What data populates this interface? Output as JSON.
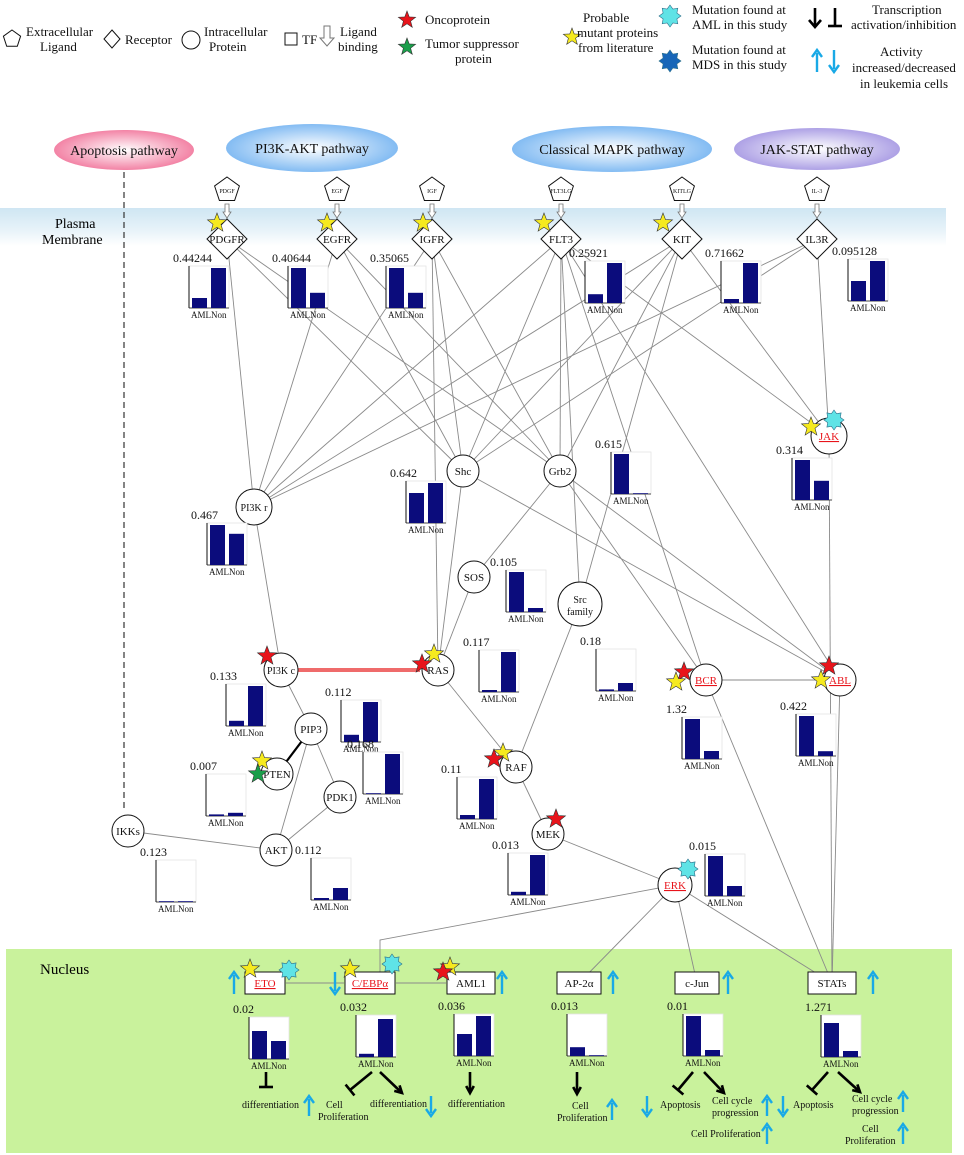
{
  "legend": [
    {
      "key": "extracellular_ligand",
      "shape": "pentagon",
      "text": [
        "Extracellular",
        "Ligand"
      ]
    },
    {
      "key": "receptor",
      "shape": "diamond",
      "text": [
        "Receptor"
      ]
    },
    {
      "key": "intracellular_protein",
      "shape": "circle",
      "text": [
        "Intracellular",
        "Protein"
      ]
    },
    {
      "key": "tf",
      "shape": "square",
      "text": [
        "TF"
      ]
    },
    {
      "key": "ligand_binding",
      "shape": "hollow-arrow",
      "text": [
        "Ligand",
        "binding"
      ]
    },
    {
      "key": "oncoprotein",
      "shape": "star",
      "color": "#e8141b",
      "text": [
        "Oncoprotein"
      ]
    },
    {
      "key": "tumor_suppressor",
      "shape": "star",
      "color": "#1a9e4a",
      "text": [
        "Tumor suppressor",
        "protein"
      ]
    },
    {
      "key": "probable_mutant",
      "shape": "star",
      "color": "#f6ea1f",
      "text": [
        "Probable",
        "mutant proteins",
        "from literature"
      ]
    },
    {
      "key": "mutation_aml",
      "shape": "burst",
      "color": "#5fe3e6",
      "text": [
        "Mutation found at",
        "AML in this study"
      ]
    },
    {
      "key": "mutation_mds",
      "shape": "burst",
      "color": "#1766b8",
      "text": [
        "Mutation found at",
        "MDS in this study"
      ]
    },
    {
      "key": "transcription",
      "shape": "activation-inhibition",
      "text": [
        "Transcription",
        "activation/inhibition"
      ]
    },
    {
      "key": "activity",
      "shape": "up-down",
      "color": "#19a9e6",
      "text": [
        "Activity",
        "increased/decreased",
        "in leukemia cells"
      ]
    }
  ],
  "pathways": [
    {
      "key": "apoptosis",
      "label": "Apoptosis pathway",
      "color": "#f06a93"
    },
    {
      "key": "pi3k",
      "label": "PI3K-AKT pathway",
      "color": "#6aaef0"
    },
    {
      "key": "mapk",
      "label": "Classical MAPK pathway",
      "color": "#6aaef0"
    },
    {
      "key": "jakstat",
      "label": "JAK-STAT pathway",
      "color": "#9d8ee0"
    }
  ],
  "compartments": {
    "membrane": [
      "Plasma",
      "Membrane"
    ],
    "nucleus": "Nucleus"
  },
  "ligands": [
    {
      "key": "pdgf",
      "label": "PDGF"
    },
    {
      "key": "egf",
      "label": "EGF"
    },
    {
      "key": "igf",
      "label": "IGF"
    },
    {
      "key": "flt3lg",
      "label": "FLT3LG"
    },
    {
      "key": "kitlg",
      "label": "KITLG"
    },
    {
      "key": "il3",
      "label": "IL-3"
    }
  ],
  "receptors": [
    {
      "key": "pdgfr",
      "label": "PDGFR"
    },
    {
      "key": "egfr",
      "label": "EGFR"
    },
    {
      "key": "igfr",
      "label": "IGFR"
    },
    {
      "key": "flt3",
      "label": "FLT3"
    },
    {
      "key": "kit",
      "label": "KIT"
    },
    {
      "key": "il3r",
      "label": "IL3R"
    }
  ],
  "proteins": [
    {
      "key": "pi3kr",
      "label": "PI3K r"
    },
    {
      "key": "shc",
      "label": "Shc"
    },
    {
      "key": "grb2",
      "label": "Grb2"
    },
    {
      "key": "jak",
      "label": "JAK",
      "red": true
    },
    {
      "key": "sos",
      "label": "SOS"
    },
    {
      "key": "src",
      "label": [
        "Src",
        "family"
      ]
    },
    {
      "key": "pi3kc",
      "label": "PI3K c"
    },
    {
      "key": "ras",
      "label": "RAS"
    },
    {
      "key": "bcr",
      "label": "BCR",
      "red": true
    },
    {
      "key": "abl",
      "label": "ABL",
      "red": true
    },
    {
      "key": "pip3",
      "label": "PIP3"
    },
    {
      "key": "pten",
      "label": "PTEN"
    },
    {
      "key": "pdk1",
      "label": "PDK1"
    },
    {
      "key": "raf",
      "label": "RAF"
    },
    {
      "key": "mek",
      "label": "MEK"
    },
    {
      "key": "ikks",
      "label": "IKKs"
    },
    {
      "key": "akt",
      "label": "AKT"
    },
    {
      "key": "erk",
      "label": "ERK",
      "red": true
    }
  ],
  "tfs": [
    {
      "key": "eto",
      "label": "ETO",
      "red": true
    },
    {
      "key": "cebpa",
      "label": "C/EBPα",
      "red": true
    },
    {
      "key": "aml1",
      "label": "AML1"
    },
    {
      "key": "ap2a",
      "label": "AP-2α"
    },
    {
      "key": "cjun",
      "label": "c-Jun"
    },
    {
      "key": "stats",
      "label": "STATs"
    }
  ],
  "bar_charts": {
    "categories": [
      "AML",
      "Non"
    ],
    "bar_color": "#0b0c7c",
    "items": [
      {
        "key": "pdgfr",
        "value_label": "0.44244",
        "values": [
          0.25,
          1.0
        ]
      },
      {
        "key": "egfr",
        "value_label": "0.40644",
        "values": [
          1.0,
          0.38
        ]
      },
      {
        "key": "igfr",
        "value_label": "0.35065",
        "values": [
          1.0,
          0.38
        ]
      },
      {
        "key": "flt3",
        "value_label": "0.25921",
        "values": [
          0.22,
          1.0
        ]
      },
      {
        "key": "kit",
        "value_label": "0.71662",
        "values": [
          0.1,
          1.0
        ]
      },
      {
        "key": "il3r",
        "value_label": "0.095128",
        "values": [
          0.5,
          1.0
        ]
      },
      {
        "key": "grb2",
        "value_label": "0.615",
        "values": [
          1.0,
          0.02
        ]
      },
      {
        "key": "jak",
        "value_label": "0.314",
        "values": [
          1.0,
          0.48
        ]
      },
      {
        "key": "shc",
        "value_label": "0.642",
        "values": [
          0.75,
          1.0
        ]
      },
      {
        "key": "pi3kr",
        "value_label": "0.467",
        "values": [
          1.0,
          0.78
        ]
      },
      {
        "key": "sos",
        "value_label": "0.105",
        "values": [
          1.0,
          0.1
        ]
      },
      {
        "key": "src",
        "value_label": "0.18",
        "values": [
          0.04,
          0.2
        ]
      },
      {
        "key": "ras",
        "value_label": "0.117",
        "values": [
          0.05,
          1.0
        ]
      },
      {
        "key": "pi3kc",
        "value_label": "0.133",
        "values": [
          0.13,
          1.0
        ]
      },
      {
        "key": "bcr",
        "value_label": "1.32",
        "values": [
          1.0,
          0.2
        ]
      },
      {
        "key": "abl",
        "value_label": "0.422",
        "values": [
          1.0,
          0.12
        ]
      },
      {
        "key": "pip3",
        "value_label": "0.112",
        "values": [
          0.18,
          1.0
        ]
      },
      {
        "key": "pten",
        "value_label": "0.007",
        "values": [
          0.04,
          0.08
        ]
      },
      {
        "key": "pdk1",
        "value_label": "0.168",
        "values": [
          0.0,
          1.0
        ]
      },
      {
        "key": "raf",
        "value_label": "0.11",
        "values": [
          0.1,
          1.0
        ]
      },
      {
        "key": "ikks",
        "value_label": "0.123",
        "values": [
          0.02,
          0.02
        ]
      },
      {
        "key": "akt",
        "value_label": "0.112",
        "values": [
          0.05,
          0.3
        ]
      },
      {
        "key": "mek",
        "value_label": "0.013",
        "values": [
          0.08,
          1.0
        ]
      },
      {
        "key": "erk",
        "value_label": "0.015",
        "values": [
          1.0,
          0.25
        ]
      },
      {
        "key": "eto",
        "value_label": "0.02",
        "values": [
          0.7,
          0.45
        ]
      },
      {
        "key": "cebpa",
        "value_label": "0.032",
        "values": [
          0.08,
          0.95
        ]
      },
      {
        "key": "aml1",
        "value_label": "0.036",
        "values": [
          0.55,
          1.0
        ]
      },
      {
        "key": "ap2a",
        "value_label": "0.013",
        "values": [
          0.22,
          0.0
        ]
      },
      {
        "key": "cjun",
        "value_label": "0.01",
        "values": [
          1.0,
          0.15
        ]
      },
      {
        "key": "stats",
        "value_label": "1.271",
        "values": [
          0.85,
          0.15
        ]
      }
    ]
  },
  "outcomes": {
    "differentiation": "differentiation",
    "cell_proliferation": [
      "Cell",
      "Proliferation"
    ],
    "apoptosis": "Apoptosis",
    "cell_cycle": [
      "Cell cycle",
      "progression"
    ],
    "cell_proliferation_inline": "Cell Proliferation"
  }
}
